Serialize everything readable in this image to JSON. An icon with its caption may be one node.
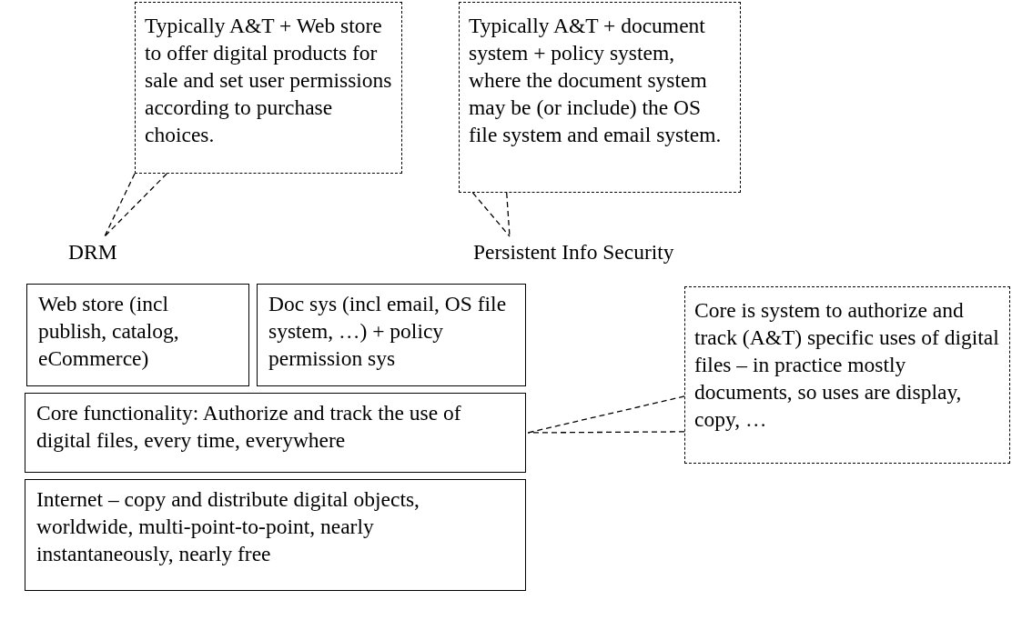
{
  "diagram": {
    "nodes": [
      {
        "text": [
          "Typically A&T + Web store to offer digital products for sale and set user permissions according to purchase choices."
        ]
      },
      {
        "text": [
          "Typically A&T + document system + policy system, where the document system may be (or include) the OS file system and email system."
        ]
      },
      {
        "text": [
          "DRM"
        ]
      },
      {
        "text": [
          "Persistent Info Security"
        ]
      },
      {
        "text": [
          "Web store (incl publish, catalog, eCommerce)"
        ]
      },
      {
        "text": [
          "Doc sys (incl email, OS file system, …) + policy permission sys"
        ]
      },
      {
        "text": [
          "Core functionality: Authorize and track the use of digital files, every time, everywhere"
        ]
      },
      {
        "text": [
          "Internet – copy and distribute digital objects, worldwide, multi-point-to-point, nearly instantaneously, nearly free"
        ]
      },
      {
        "text": [
          "Core is system to authorize and track (A&T) specific uses of digital files – in practice mostly documents, so uses are display, copy, …"
        ]
      }
    ],
    "edges": [
      {
        "from": 0,
        "to": 2,
        "arrow": "none",
        "style": "dashed"
      },
      {
        "from": 1,
        "to": 3,
        "arrow": "none",
        "style": "dashed"
      },
      {
        "from": 8,
        "to": 6,
        "arrow": "none",
        "style": "dashed"
      }
    ]
  }
}
